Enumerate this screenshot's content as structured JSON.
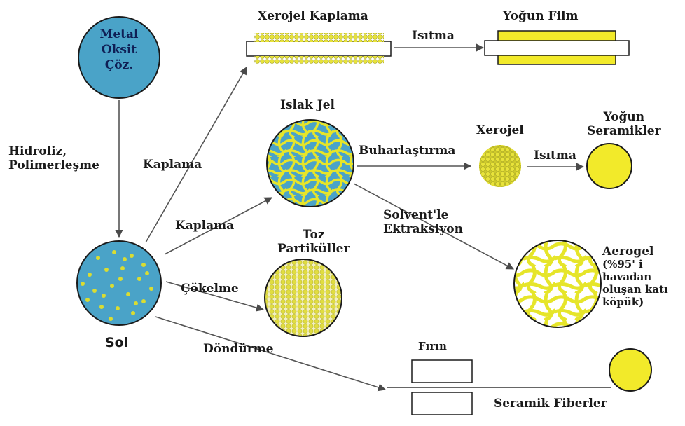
{
  "nodes": {
    "metal_oxide": {
      "line1": "Metal",
      "line2": "Oksit",
      "line3": "Çöz."
    },
    "sol": "Sol",
    "xerogel_coating": "Xerojel Kaplama",
    "dense_film": "Yoğun Film",
    "wet_gel": "Islak Jel",
    "xerogel": "Xerojel",
    "dense_ceramics": {
      "line1": "Yoğun",
      "line2": "Seramikler"
    },
    "powder_particles": {
      "line1": "Toz",
      "line2": "Partiküller"
    },
    "aerogel": {
      "line1": "Aerogel",
      "line2": "(%95' i",
      "line3": "havadan",
      "line4": "oluşan katı",
      "line5": "köpük)"
    },
    "furnace": "Fırın",
    "ceramic_fibers": "Seramik Fiberler"
  },
  "edges": {
    "hydrolysis": {
      "line1": "Hidroliz,",
      "line2": "Polimerleşme"
    },
    "coating_to_film": "Kaplama",
    "coating_to_wetgel": "Kaplama",
    "heating_film": "Isıtma",
    "evaporation": "Buharlaştırma",
    "heating_ceramic": "Isıtma",
    "solvent_extraction": {
      "line1": "Solvent'le",
      "line2": "Ektraksiyon"
    },
    "precipitation": "Çökelme",
    "spinning": "Döndürme"
  },
  "colors": {
    "blue": "#4aa3c8",
    "yellow": "#f2ea2a",
    "yellow_dot": "#d9dc33",
    "arrow": "#555555"
  }
}
